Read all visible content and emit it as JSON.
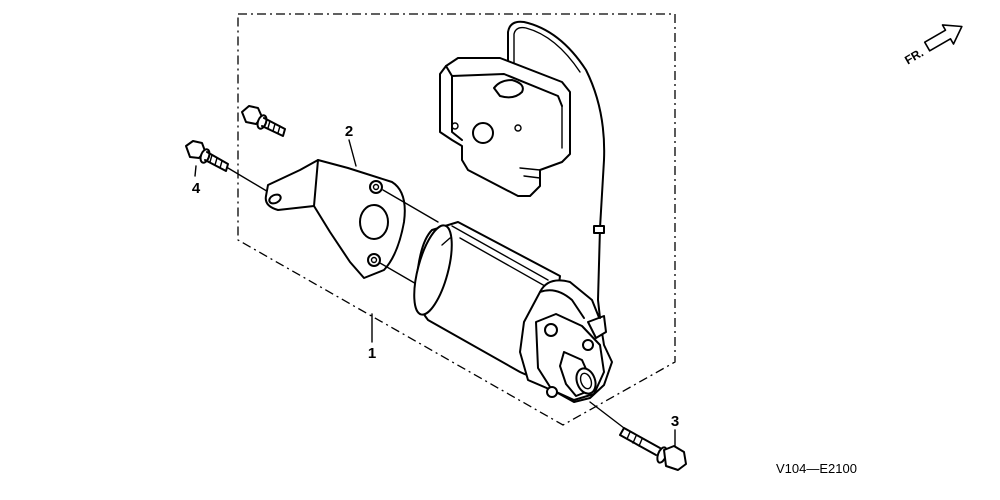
{
  "callouts": {
    "part_1": "1",
    "part_2": "2",
    "part_3": "3",
    "part_4": "4"
  },
  "front_indicator": {
    "label": "FR.",
    "icon": "arrow-icon"
  },
  "diagram_code": "V104—E2100"
}
